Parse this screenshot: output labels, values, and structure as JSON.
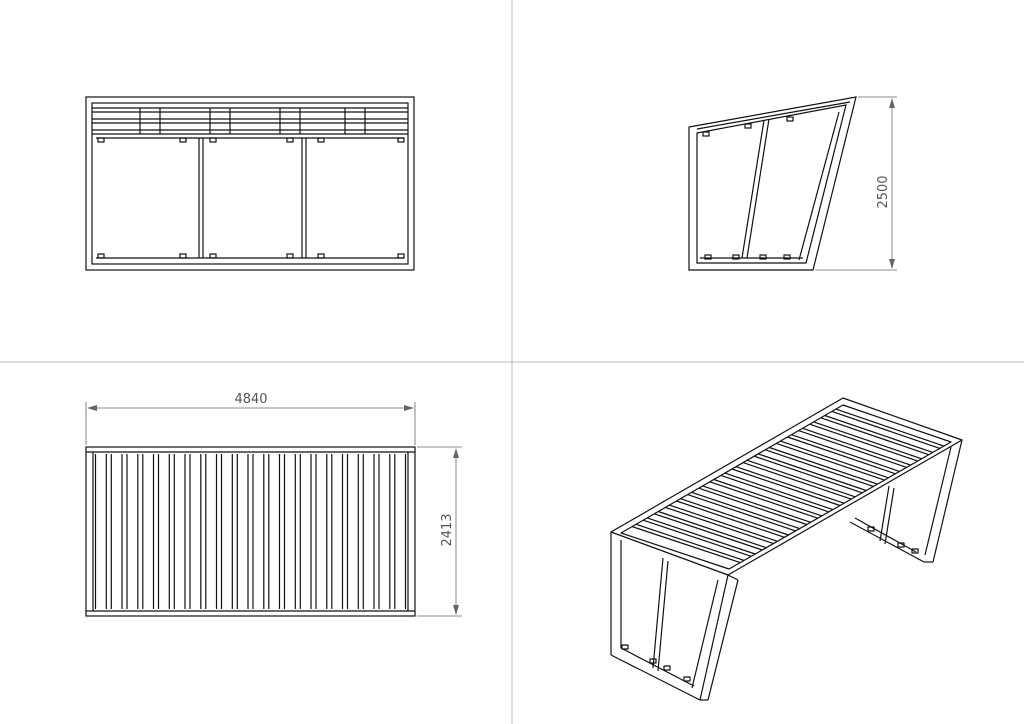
{
  "drawing": {
    "background_color": "#ffffff",
    "line_color": "#111111",
    "dimension_color": "#666666",
    "divider_color": "#bbbbbb",
    "views": [
      {
        "id": "front-view"
      },
      {
        "id": "side-view"
      },
      {
        "id": "top-view"
      },
      {
        "id": "isometric-view"
      }
    ],
    "dimensions": {
      "height": "2500",
      "length": "4840",
      "width": "2413"
    }
  }
}
